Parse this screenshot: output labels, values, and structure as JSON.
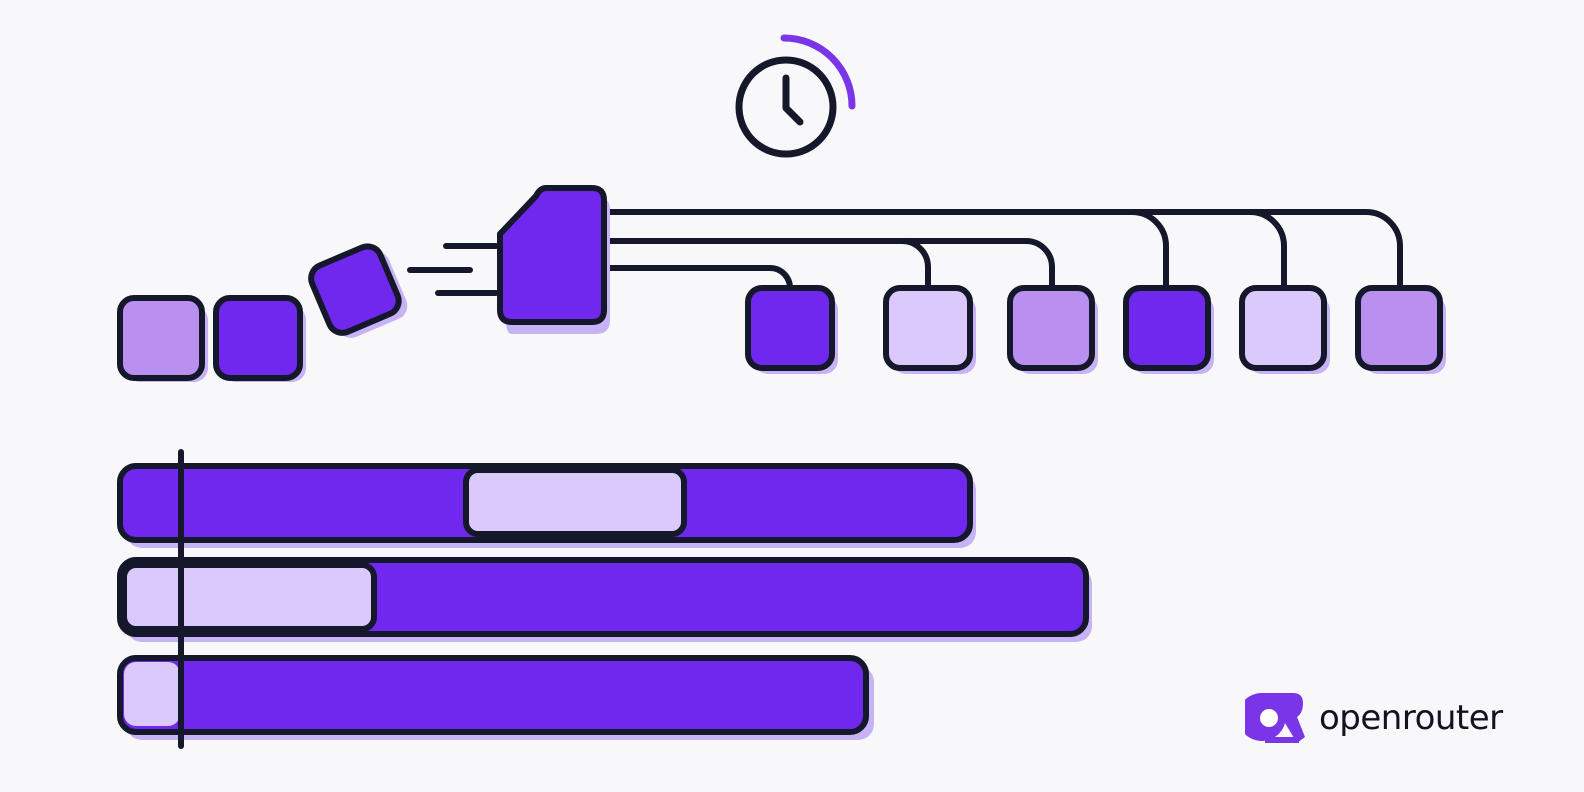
{
  "brand": {
    "name": "openrouter"
  },
  "colors": {
    "background": "#f8f8fa",
    "outline": "#15172b",
    "shadow": "#c7b2f5",
    "dark": "#7028ee",
    "medium": "#b98ff0",
    "light": "#dcc9fb",
    "arc": "#7a35e8"
  },
  "icons": [
    "clock-icon",
    "router-node",
    "request-block",
    "openrouter-logo-icon"
  ]
}
